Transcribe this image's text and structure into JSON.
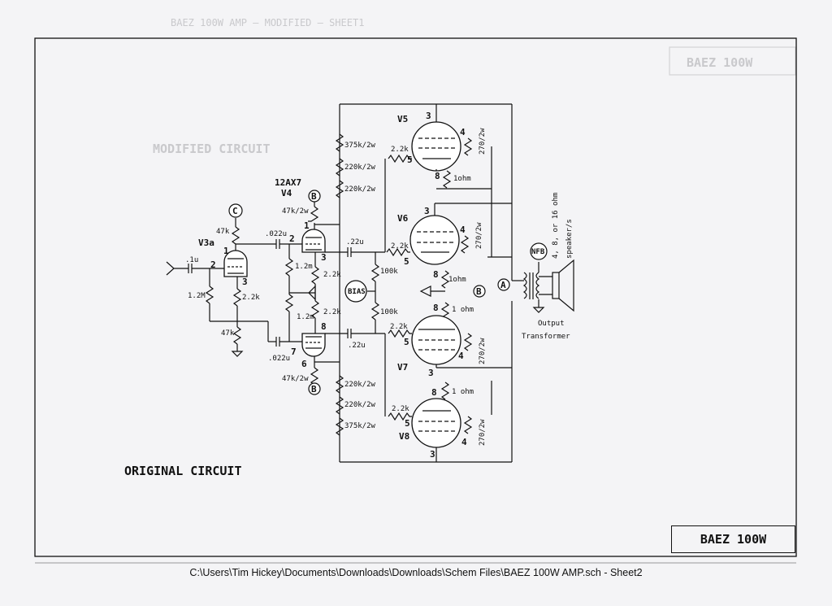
{
  "sheet": {
    "title_block": "BAEZ 100W",
    "circuit_label": "ORIGINAL CIRCUIT",
    "footer_path": "C:\\Users\\Tim Hickey\\Documents\\Downloads\\Downloads\\Schem Files\\BAEZ 100W AMP.sch  -  Sheet2"
  },
  "bleed_through": {
    "header": "BAEZ 100W AMP — MODIFIED — SHEET1",
    "title": "BAEZ 100W",
    "section": "MODIFIED CIRCUIT"
  },
  "preamp": {
    "v3a_label": "V3a",
    "v4_type": "12AX7",
    "v4_label": "V4",
    "node_c": "C",
    "node_b_top": "B",
    "node_b_bottom": "B",
    "r_47k_top": "47k",
    "r_1_2M_in": "1.2M",
    "cap_in": ".1u",
    "r_2_2k_cath": "2.2k",
    "r_47k_bottom": "47k",
    "cap_022_top": ".022u",
    "cap_022_bottom": ".022u",
    "r_1_2m_a": "1.2m",
    "r_1_2m_b": "1.2m",
    "r_2_2k_a": "2.2k",
    "r_2_2k_b": "2.2k",
    "r_47k_2w_top": "47k/2w",
    "r_47k_2w_bottom": "47k/2w",
    "pins": {
      "v3a_1": "1",
      "v3a_2": "2",
      "v3a_3": "3",
      "v4_1": "1",
      "v4_2": "2",
      "v4_3": "3",
      "v4_6": "6",
      "v4_7": "7",
      "v4_8": "8"
    }
  },
  "power_amp": {
    "tubes": [
      {
        "label": "V5",
        "pins": [
          "3",
          "4",
          "5",
          "8"
        ],
        "screen": "270/2w",
        "grid_r": "2.2k",
        "cath": "1ohm"
      },
      {
        "label": "V6",
        "pins": [
          "3",
          "4",
          "5",
          "8"
        ],
        "screen": "270/2w",
        "grid_r": "2.2k",
        "cath": "1ohm"
      },
      {
        "label": "V7",
        "pins": [
          "3",
          "4",
          "5",
          "8"
        ],
        "screen": "270/2w",
        "grid_r": "2.2k",
        "cath": "1 ohm"
      },
      {
        "label": "V8",
        "pins": [
          "3",
          "4",
          "5",
          "8"
        ],
        "screen": "270/2w",
        "grid_r": "2.2k",
        "cath": "1 ohm"
      }
    ],
    "r_375k_top": "375k/2w",
    "r_220k_1": "220k/2w",
    "r_220k_2": "220k/2w",
    "r_220k_3": "220k/2w",
    "r_220k_4": "220k/2w",
    "r_375k_bottom": "375k/2w",
    "cap_22_top": ".22u",
    "cap_22_bottom": ".22u",
    "r_100k_top": "100k",
    "r_100k_bottom": "100k",
    "bias_label": "BIAS",
    "v6_cath_extra": "1 ohm",
    "node_b": "B",
    "node_a": "A"
  },
  "output": {
    "nfb": "NFB",
    "taps": "4, 8, or 16 ohm",
    "speaker": "speaker/s",
    "label_1": "Output",
    "label_2": "Transformer"
  }
}
